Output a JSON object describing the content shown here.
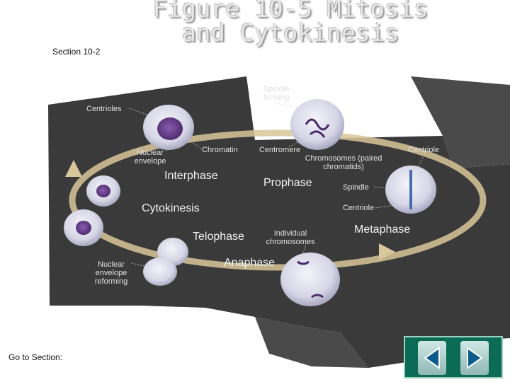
{
  "title": {
    "line1": "Figure 10-5 Mitosis",
    "line2": "and Cytokinesis"
  },
  "section": "Section 10-2",
  "labels": {
    "centrioles": "Centrioles",
    "spindle_forming": "Spindle forming",
    "nuclear_envelope": "Nuclear envelope",
    "chromatin": "Chromatin",
    "centromere": "Centromere",
    "chromosomes": "Chromosomes (paired chromatids)",
    "centriole_top": "Centriole",
    "spindle": "Spindle",
    "centriole_mid": "Centriole",
    "individual_chromosomes": "Individual chromosomes",
    "nuclear_envelope_reforming": "Nuclear envelope reforming"
  },
  "phases": {
    "interphase": "Interphase",
    "prophase": "Prophase",
    "metaphase": "Metaphase",
    "anaphase": "Anaphase",
    "telophase": "Telophase",
    "cytokinesis": "Cytokinesis"
  },
  "footer": {
    "goto": "Go to Section:"
  },
  "icons": {
    "back": "back-arrow-icon",
    "home": "home-icon",
    "forward": "forward-arrow-icon"
  },
  "colors": {
    "panel": "#3a3a3a",
    "panel_light": "#555555",
    "ring": "#d8c79a",
    "nav": "#0b6b55"
  }
}
